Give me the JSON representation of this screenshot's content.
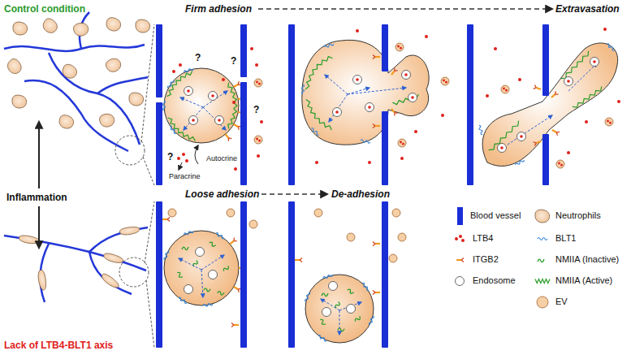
{
  "diagram": {
    "labels": [
      "Control condition",
      "Inflammation",
      "Lack of LTB4-BLT1 axis",
      "Firm adhesion",
      "Extravasation",
      "Loose adhesion",
      "De-adhesion",
      "Paracrine",
      "Autocrine",
      "?",
      "?",
      "?",
      "?"
    ],
    "legend": [
      {
        "text": "Blood vessel",
        "color": "#1a2ed6"
      },
      {
        "text": "Neutrophils"
      },
      {
        "text": "LTB4"
      },
      {
        "text": "BLT1"
      },
      {
        "text": "ITGB2"
      },
      {
        "text": "NMIIA (Inactive)"
      },
      {
        "text": "Endosome"
      },
      {
        "text": "NMIIA (Active)"
      },
      {
        "text": "EV"
      }
    ]
  }
}
